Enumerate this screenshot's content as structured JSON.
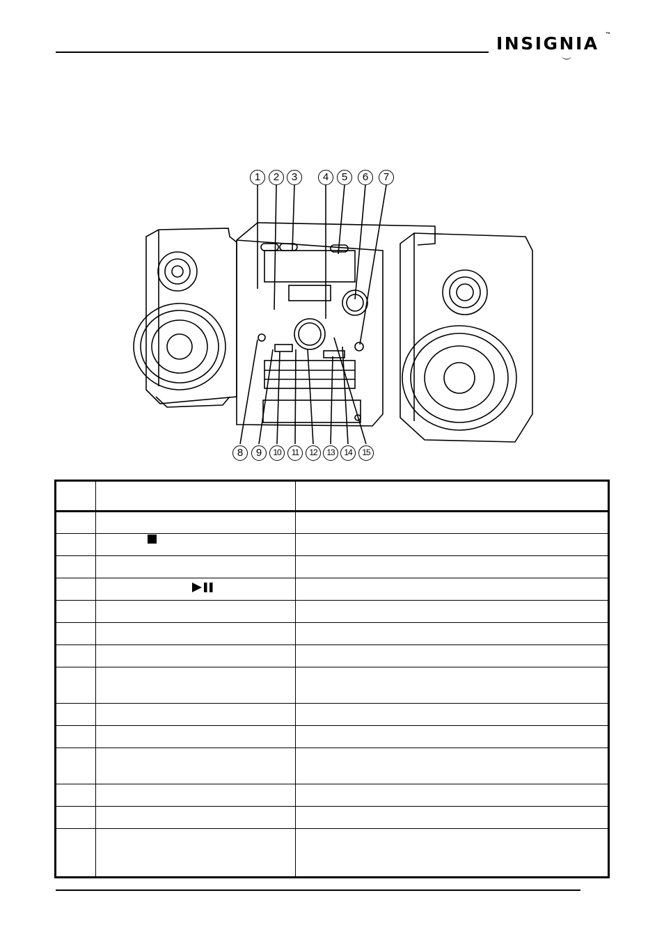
{
  "header": {
    "brand": "INSIGNIA",
    "trademark": "™"
  },
  "figure": {
    "callouts_top": [
      "1",
      "2",
      "3",
      "4",
      "5",
      "6",
      "7"
    ],
    "callouts_bottom": [
      "8",
      "9",
      "10",
      "11",
      "12",
      "13",
      "14",
      "15"
    ]
  },
  "table": {
    "columns": [
      "",
      "",
      ""
    ],
    "rows": [
      {
        "num": "",
        "component": "",
        "description": ""
      },
      {
        "num": "",
        "component": "",
        "description": "",
        "icon": "stop-icon"
      },
      {
        "num": "",
        "component": "",
        "description": ""
      },
      {
        "num": "",
        "component": "",
        "description": "",
        "icon": "play-pause-icon"
      },
      {
        "num": "",
        "component": "",
        "description": ""
      },
      {
        "num": "",
        "component": "",
        "description": ""
      },
      {
        "num": "",
        "component": "",
        "description": ""
      },
      {
        "num": "",
        "component": "",
        "description": ""
      },
      {
        "num": "",
        "component": "",
        "description": ""
      },
      {
        "num": "",
        "component": "",
        "description": ""
      },
      {
        "num": "",
        "component": "",
        "description": ""
      },
      {
        "num": "",
        "component": "",
        "description": ""
      },
      {
        "num": "",
        "component": "",
        "description": ""
      },
      {
        "num": "",
        "component": "",
        "description": ""
      }
    ]
  }
}
